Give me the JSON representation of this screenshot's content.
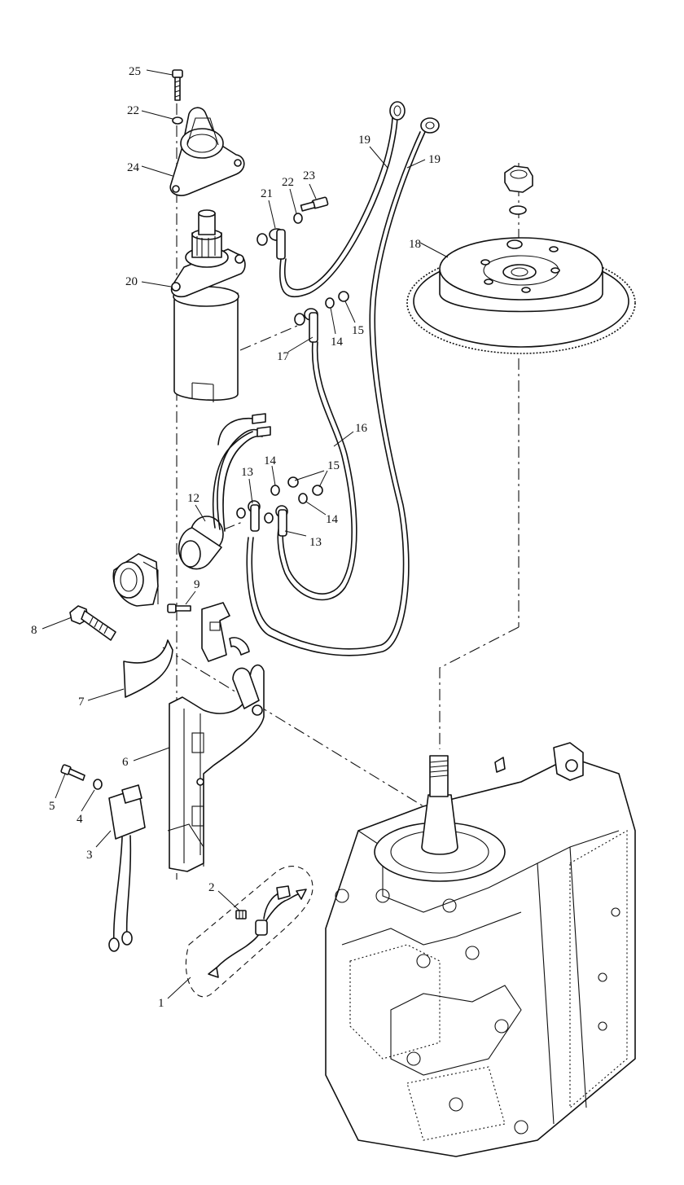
{
  "callouts": {
    "c1": "1",
    "c2": "2",
    "c3": "3",
    "c4": "4",
    "c5": "5",
    "c6": "6",
    "c7": "7",
    "c8": "8",
    "c9": "9",
    "c12": "12",
    "c13a": "13",
    "c13b": "13",
    "c14a": "14",
    "c14b": "14",
    "c14c": "14",
    "c15a": "15",
    "c15b": "15",
    "c16": "16",
    "c17": "17",
    "c18": "18",
    "c19a": "19",
    "c19b": "19",
    "c20": "20",
    "c21": "21",
    "c22a": "22",
    "c22b": "22",
    "c23": "23",
    "c24": "24",
    "c25": "25"
  }
}
